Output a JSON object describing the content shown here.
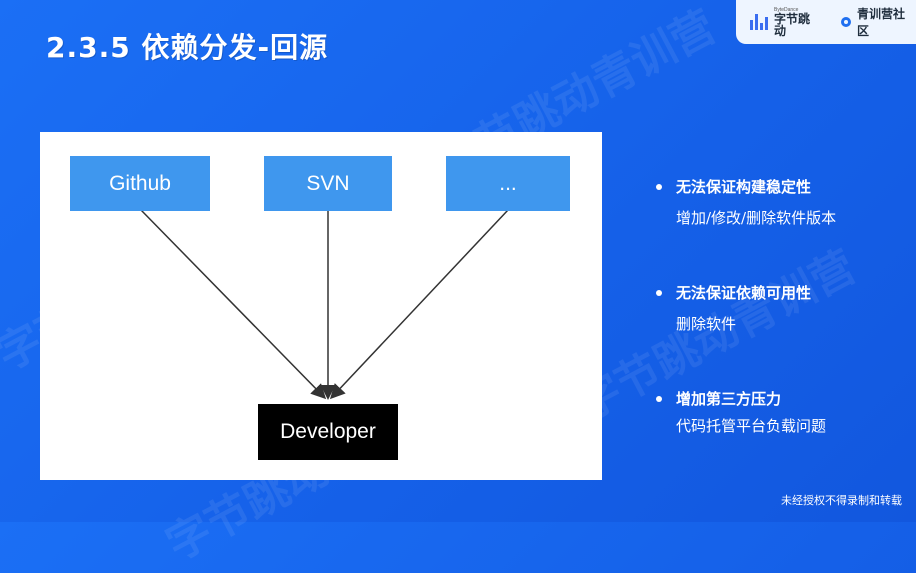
{
  "slide": {
    "title": "2.3.5 依赖分发-回源",
    "watermark": "字节跳动青训营"
  },
  "logo": {
    "small": "ByteDance",
    "brand": "字节跳动",
    "community": "青训营社区"
  },
  "diagram": {
    "sources": [
      "Github",
      "SVN",
      "..."
    ],
    "target": "Developer"
  },
  "bullets": [
    {
      "title": "无法保证构建稳定性",
      "desc": "增加/修改/删除软件版本"
    },
    {
      "title": "无法保证依赖可用性",
      "desc": "删除软件"
    },
    {
      "title": "增加第三方压力",
      "desc": "代码托管平台负载问题"
    }
  ],
  "footer": {
    "notice": "未经授权不得录制和转载"
  },
  "colors": {
    "background": "#1560e8",
    "node": "#3f97ee",
    "target": "#000000"
  }
}
